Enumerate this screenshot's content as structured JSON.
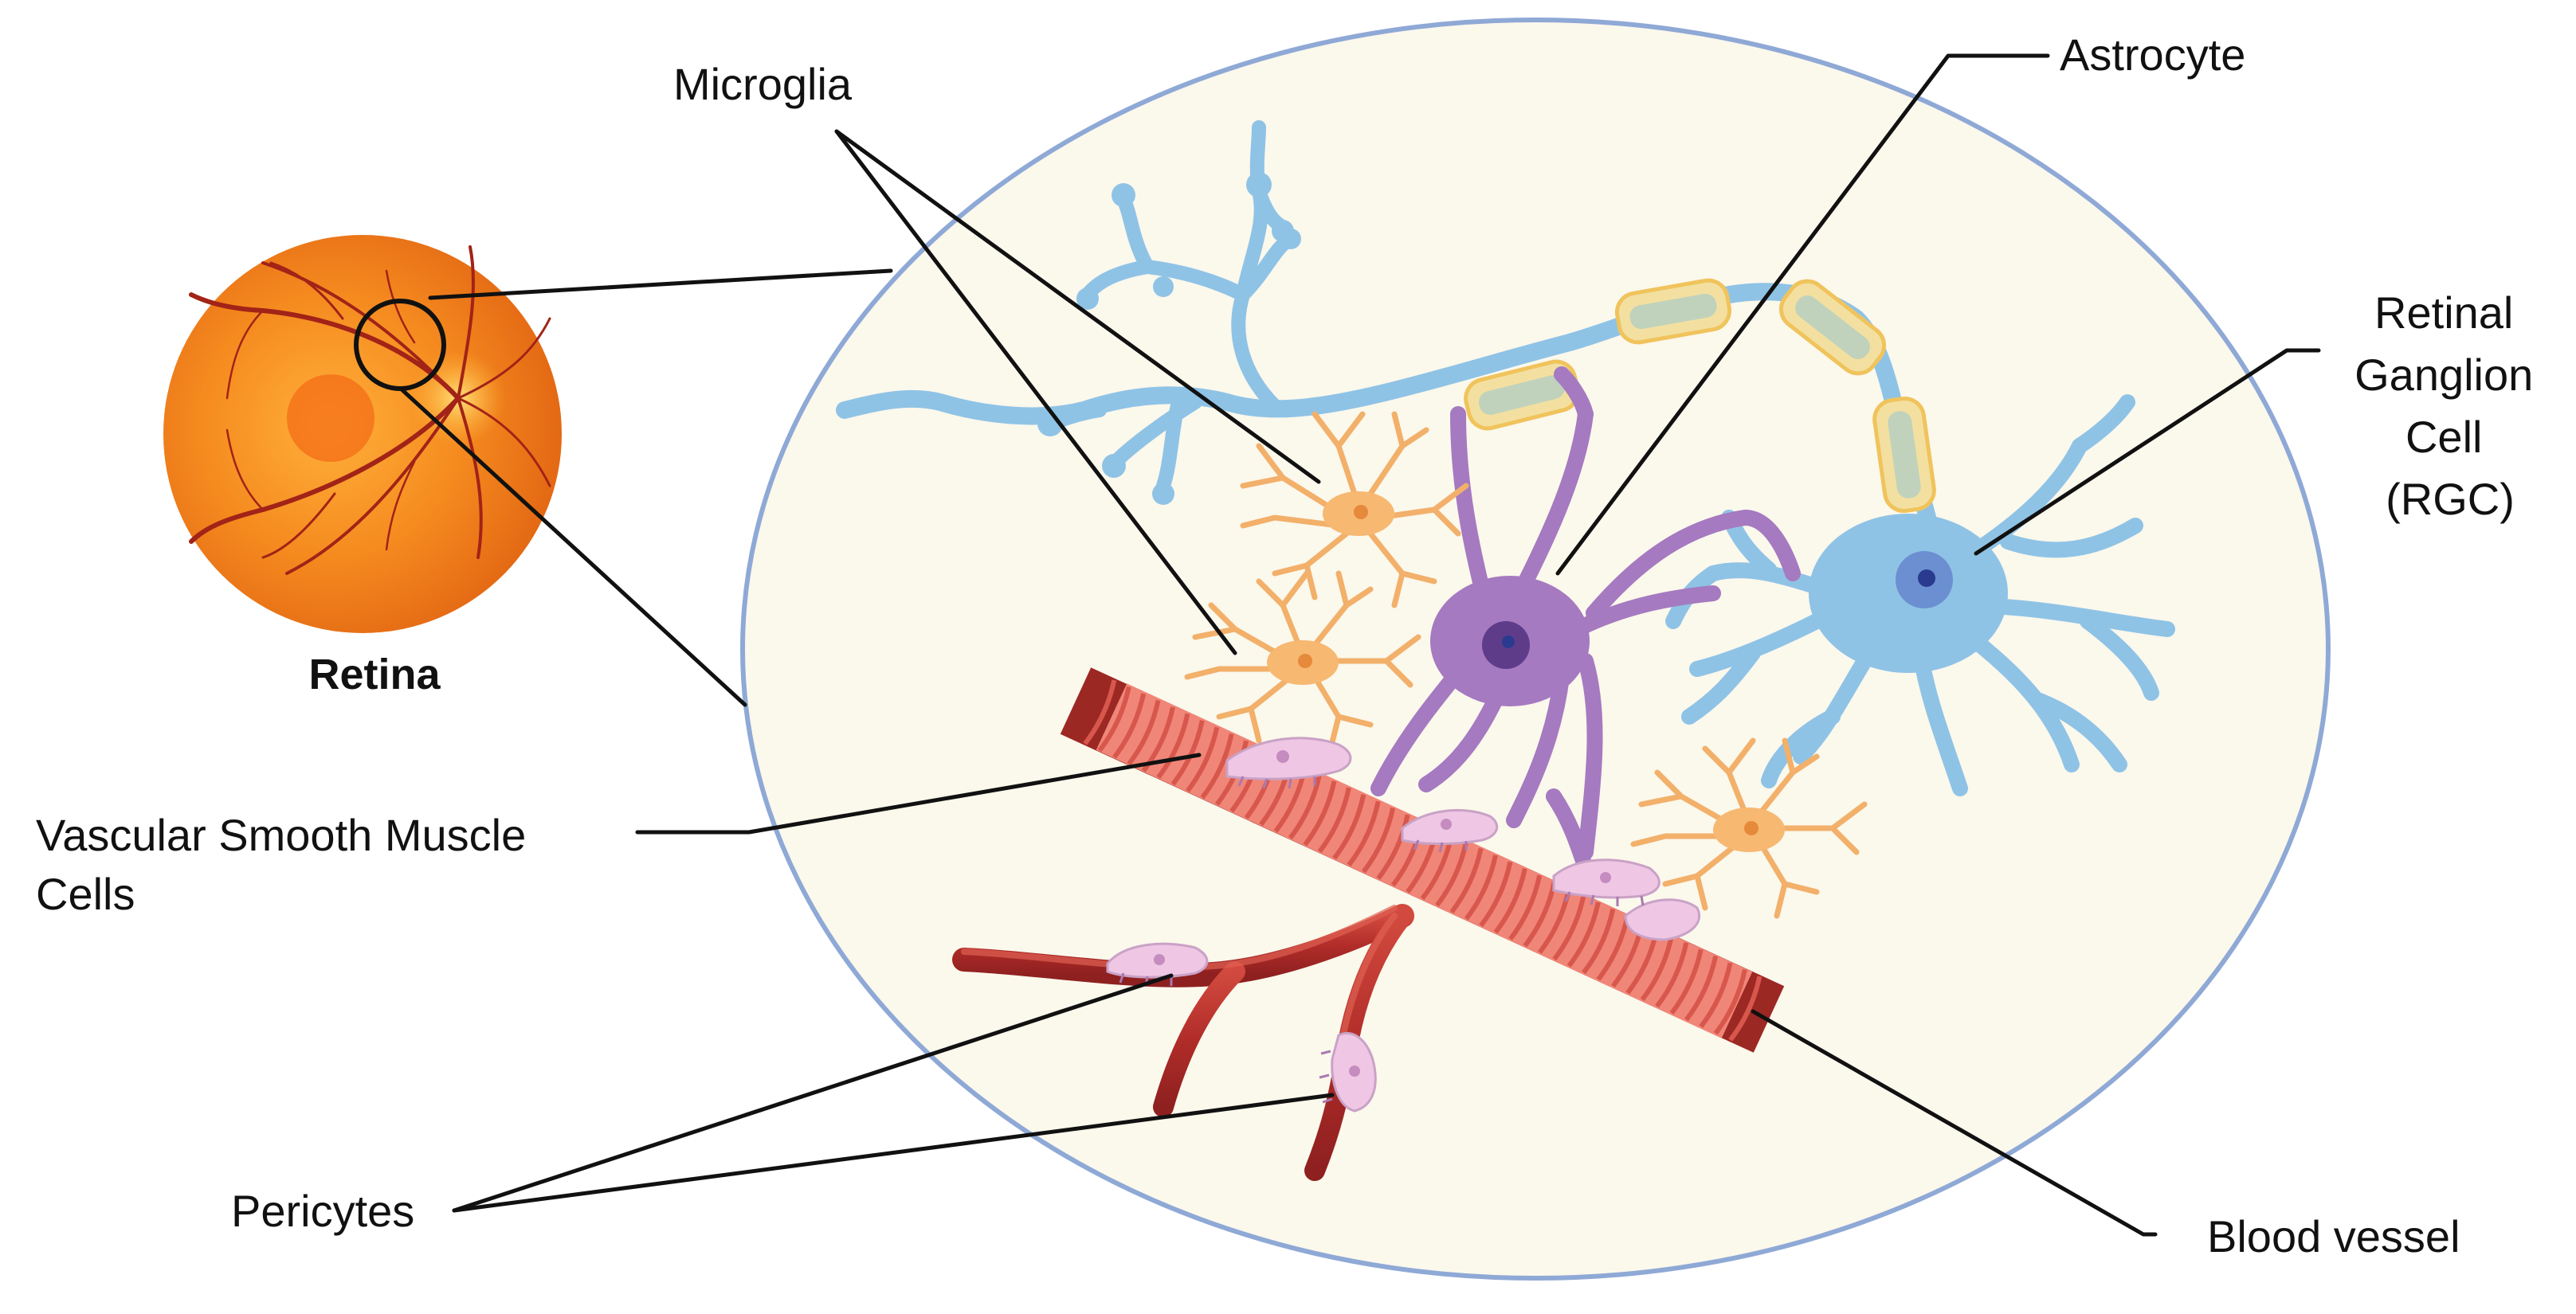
{
  "retina": {
    "label": "Retina"
  },
  "labels": {
    "microglia": "Microglia",
    "astrocyte": "Astrocyte",
    "rgc": [
      "Retinal",
      "Ganglion",
      "Cell",
      "(RGC)"
    ],
    "vsmc": [
      "Vascular Smooth Muscle",
      "Cells"
    ],
    "pericytes": "Pericytes",
    "blood_vessel": "Blood vessel"
  },
  "colors": {
    "zoom_fill": "#fbf8ec",
    "zoom_outline": "#8fa9d6",
    "retina_orange": "#f27a1a",
    "rgc_blue": "#8fc3e6",
    "astrocyte_purple": "#a57ac0",
    "microglia_orange": "#f7b871",
    "vessel_red": "#b8342e",
    "smooth_muscle": "#f08678",
    "pericyte_pink": "#efc6e4",
    "myelin_yellow": "#f3d98a"
  }
}
